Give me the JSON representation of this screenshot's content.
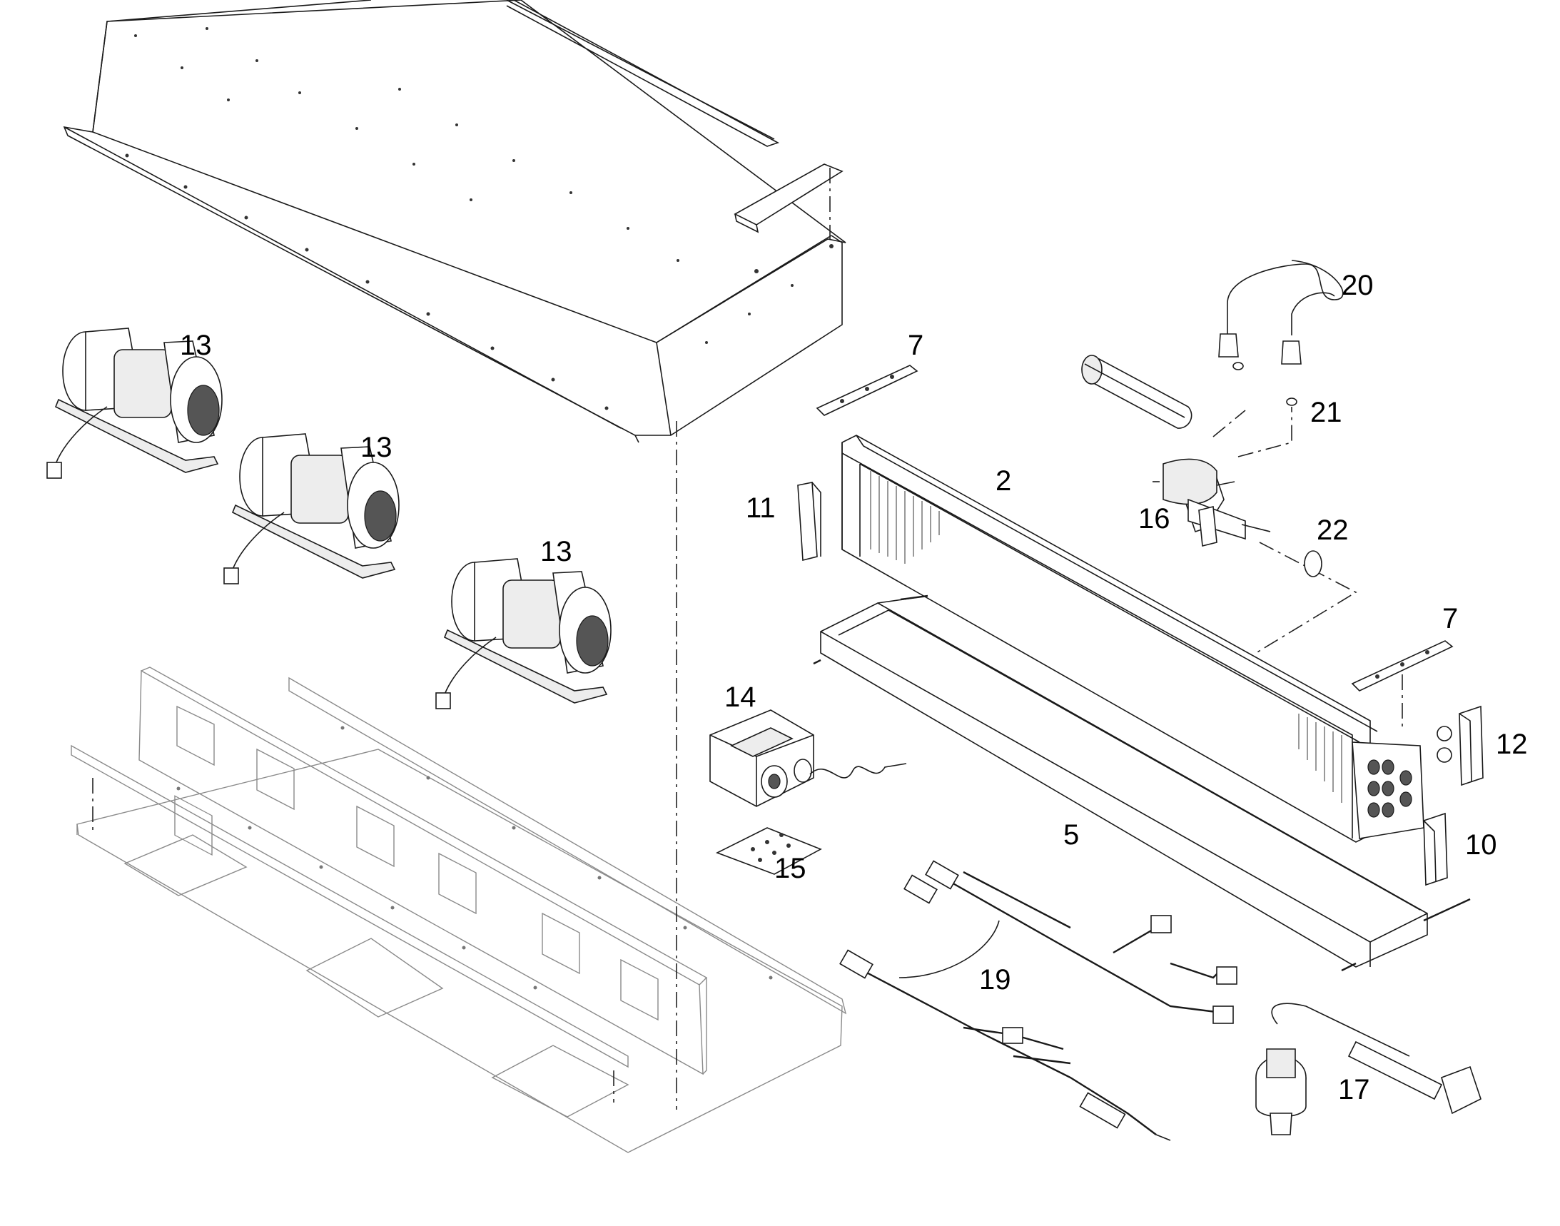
{
  "diagram": {
    "callouts": [
      {
        "id": "c-13a",
        "text": "13"
      },
      {
        "id": "c-13b",
        "text": "13"
      },
      {
        "id": "c-13c",
        "text": "13"
      },
      {
        "id": "c-7a",
        "text": "7"
      },
      {
        "id": "c-7b",
        "text": "7"
      },
      {
        "id": "c-2",
        "text": "2"
      },
      {
        "id": "c-11",
        "text": "11"
      },
      {
        "id": "c-16",
        "text": "16"
      },
      {
        "id": "c-20",
        "text": "20"
      },
      {
        "id": "c-21",
        "text": "21"
      },
      {
        "id": "c-22",
        "text": "22"
      },
      {
        "id": "c-14",
        "text": "14"
      },
      {
        "id": "c-15",
        "text": "15"
      },
      {
        "id": "c-5",
        "text": "5"
      },
      {
        "id": "c-12",
        "text": "12"
      },
      {
        "id": "c-10",
        "text": "10"
      },
      {
        "id": "c-19",
        "text": "19"
      },
      {
        "id": "c-17",
        "text": "17"
      }
    ]
  }
}
